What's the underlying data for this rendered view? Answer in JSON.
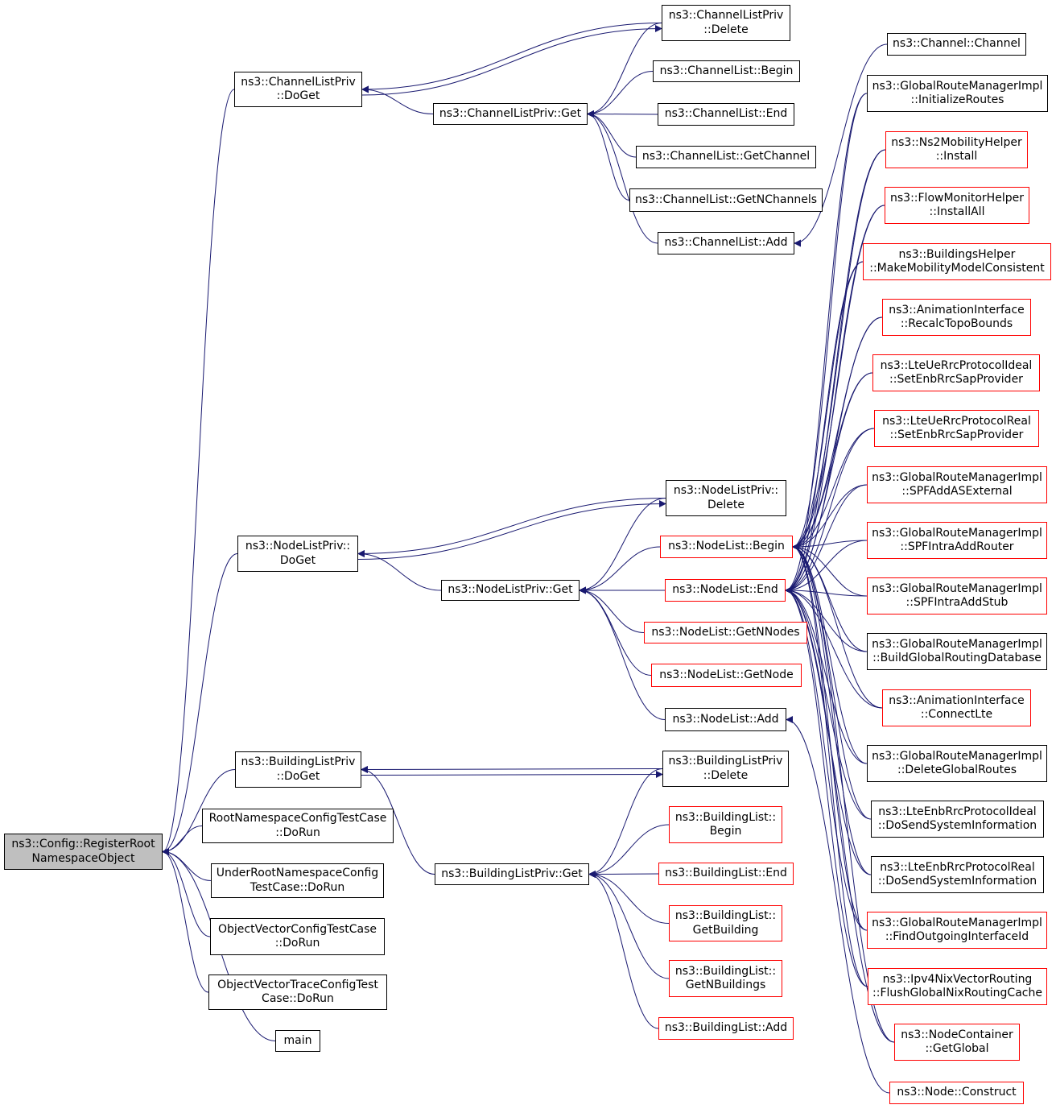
{
  "colors": {
    "edge": "#191970",
    "border_default": "#000000",
    "border_incomplete": "#ff0000",
    "root_fill": "#bfbfbf"
  },
  "nodes": [
    {
      "id": "root",
      "lines": [
        "ns3::Config::RegisterRoot",
        "NamespaceObject"
      ],
      "style": "root"
    },
    {
      "id": "chlpDoGet",
      "lines": [
        "ns3::ChannelListPriv",
        "::DoGet"
      ],
      "style": "black"
    },
    {
      "id": "nlpDoGet",
      "lines": [
        "ns3::NodeListPriv::",
        "DoGet"
      ],
      "style": "black"
    },
    {
      "id": "blpDoGet",
      "lines": [
        "ns3::BuildingListPriv",
        "::DoGet"
      ],
      "style": "black"
    },
    {
      "id": "rootTC",
      "lines": [
        "RootNamespaceConfigTestCase",
        "::DoRun"
      ],
      "style": "black"
    },
    {
      "id": "underTC",
      "lines": [
        "UnderRootNamespaceConfig",
        "TestCase::DoRun"
      ],
      "style": "black"
    },
    {
      "id": "ovcTC",
      "lines": [
        "ObjectVectorConfigTestCase",
        "::DoRun"
      ],
      "style": "black"
    },
    {
      "id": "ovtTC",
      "lines": [
        "ObjectVectorTraceConfigTest",
        "Case::DoRun"
      ],
      "style": "black"
    },
    {
      "id": "main",
      "lines": [
        "main"
      ],
      "style": "black"
    },
    {
      "id": "chlpGet",
      "lines": [
        "ns3::ChannelListPriv::Get"
      ],
      "style": "black"
    },
    {
      "id": "nlpGet",
      "lines": [
        "ns3::NodeListPriv::Get"
      ],
      "style": "black"
    },
    {
      "id": "blpGet",
      "lines": [
        "ns3::BuildingListPriv::Get"
      ],
      "style": "black"
    },
    {
      "id": "chlpDelete",
      "lines": [
        "ns3::ChannelListPriv",
        "::Delete"
      ],
      "style": "black"
    },
    {
      "id": "chlBegin",
      "lines": [
        "ns3::ChannelList::Begin"
      ],
      "style": "black"
    },
    {
      "id": "chlEnd",
      "lines": [
        "ns3::ChannelList::End"
      ],
      "style": "black"
    },
    {
      "id": "chlGetChannel",
      "lines": [
        "ns3::ChannelList::GetChannel"
      ],
      "style": "black"
    },
    {
      "id": "chlGetN",
      "lines": [
        "ns3::ChannelList::GetNChannels"
      ],
      "style": "black"
    },
    {
      "id": "chlAdd",
      "lines": [
        "ns3::ChannelList::Add"
      ],
      "style": "black"
    },
    {
      "id": "nlpDelete",
      "lines": [
        "ns3::NodeListPriv::",
        "Delete"
      ],
      "style": "black"
    },
    {
      "id": "nlBegin",
      "lines": [
        "ns3::NodeList::Begin"
      ],
      "style": "red"
    },
    {
      "id": "nlEnd",
      "lines": [
        "ns3::NodeList::End"
      ],
      "style": "red"
    },
    {
      "id": "nlGetN",
      "lines": [
        "ns3::NodeList::GetNNodes"
      ],
      "style": "red"
    },
    {
      "id": "nlGetNode",
      "lines": [
        "ns3::NodeList::GetNode"
      ],
      "style": "red"
    },
    {
      "id": "nlAdd",
      "lines": [
        "ns3::NodeList::Add"
      ],
      "style": "black"
    },
    {
      "id": "blpDelete",
      "lines": [
        "ns3::BuildingListPriv",
        "::Delete"
      ],
      "style": "black"
    },
    {
      "id": "blBegin",
      "lines": [
        "ns3::BuildingList::",
        "Begin"
      ],
      "style": "red"
    },
    {
      "id": "blEnd",
      "lines": [
        "ns3::BuildingList::End"
      ],
      "style": "red"
    },
    {
      "id": "blGetBuilding",
      "lines": [
        "ns3::BuildingList::",
        "GetBuilding"
      ],
      "style": "red"
    },
    {
      "id": "blGetN",
      "lines": [
        "ns3::BuildingList::",
        "GetNBuildings"
      ],
      "style": "red"
    },
    {
      "id": "blAdd",
      "lines": [
        "ns3::BuildingList::Add"
      ],
      "style": "red"
    },
    {
      "id": "chChannel",
      "lines": [
        "ns3::Channel::Channel"
      ],
      "style": "black"
    },
    {
      "id": "grmInit",
      "lines": [
        "ns3::GlobalRouteManagerImpl",
        "::InitializeRoutes"
      ],
      "style": "black"
    },
    {
      "id": "ns2Install",
      "lines": [
        "ns3::Ns2MobilityHelper",
        "::Install"
      ],
      "style": "red"
    },
    {
      "id": "fmInstallAll",
      "lines": [
        "ns3::FlowMonitorHelper",
        "::InstallAll"
      ],
      "style": "red"
    },
    {
      "id": "bhMake",
      "lines": [
        "ns3::BuildingsHelper",
        "::MakeMobilityModelConsistent"
      ],
      "style": "red"
    },
    {
      "id": "aiRecalc",
      "lines": [
        "ns3::AnimationInterface",
        "::RecalcTopoBounds"
      ],
      "style": "red"
    },
    {
      "id": "lteIdealSet",
      "lines": [
        "ns3::LteUeRrcProtocolIdeal",
        "::SetEnbRrcSapProvider"
      ],
      "style": "red"
    },
    {
      "id": "lteRealSet",
      "lines": [
        "ns3::LteUeRrcProtocolReal",
        "::SetEnbRrcSapProvider"
      ],
      "style": "red"
    },
    {
      "id": "grmSPFExt",
      "lines": [
        "ns3::GlobalRouteManagerImpl",
        "::SPFAddASExternal"
      ],
      "style": "red"
    },
    {
      "id": "grmSPFRouter",
      "lines": [
        "ns3::GlobalRouteManagerImpl",
        "::SPFIntraAddRouter"
      ],
      "style": "red"
    },
    {
      "id": "grmSPFStub",
      "lines": [
        "ns3::GlobalRouteManagerImpl",
        "::SPFIntraAddStub"
      ],
      "style": "red"
    },
    {
      "id": "grmBuild",
      "lines": [
        "ns3::GlobalRouteManagerImpl",
        "::BuildGlobalRoutingDatabase"
      ],
      "style": "black"
    },
    {
      "id": "aiConnect",
      "lines": [
        "ns3::AnimationInterface",
        "::ConnectLte"
      ],
      "style": "red"
    },
    {
      "id": "grmDelete",
      "lines": [
        "ns3::GlobalRouteManagerImpl",
        "::DeleteGlobalRoutes"
      ],
      "style": "black"
    },
    {
      "id": "enbIdeal",
      "lines": [
        "ns3::LteEnbRrcProtocolIdeal",
        "::DoSendSystemInformation"
      ],
      "style": "black"
    },
    {
      "id": "enbReal",
      "lines": [
        "ns3::LteEnbRrcProtocolReal",
        "::DoSendSystemInformation"
      ],
      "style": "black"
    },
    {
      "id": "grmFind",
      "lines": [
        "ns3::GlobalRouteManagerImpl",
        "::FindOutgoingInterfaceId"
      ],
      "style": "red"
    },
    {
      "id": "nixFlush",
      "lines": [
        "ns3::Ipv4NixVectorRouting",
        "::FlushGlobalNixRoutingCache"
      ],
      "style": "red"
    },
    {
      "id": "ncGetGlobal",
      "lines": [
        "ns3::NodeContainer",
        "::GetGlobal"
      ],
      "style": "red"
    },
    {
      "id": "nodeConstruct",
      "lines": [
        "ns3::Node::Construct"
      ],
      "style": "red"
    }
  ],
  "edges": [
    [
      "chlpDoGet",
      "root"
    ],
    [
      "nlpDoGet",
      "root"
    ],
    [
      "blpDoGet",
      "root"
    ],
    [
      "rootTC",
      "root"
    ],
    [
      "underTC",
      "root"
    ],
    [
      "ovcTC",
      "root"
    ],
    [
      "ovtTC",
      "root"
    ],
    [
      "main",
      "root"
    ],
    [
      "chlpDelete",
      "chlpDoGet"
    ],
    [
      "chlpGet",
      "chlpDoGet"
    ],
    [
      "chlpDoGet",
      "chlpDelete"
    ],
    [
      "chlpDelete",
      "chlpGet"
    ],
    [
      "chlBegin",
      "chlpGet"
    ],
    [
      "chlEnd",
      "chlpGet"
    ],
    [
      "chlGetChannel",
      "chlpGet"
    ],
    [
      "chlGetN",
      "chlpGet"
    ],
    [
      "chlAdd",
      "chlpGet"
    ],
    [
      "chChannel",
      "chlAdd"
    ],
    [
      "nlpDelete",
      "nlpDoGet"
    ],
    [
      "nlpGet",
      "nlpDoGet"
    ],
    [
      "nlpDoGet",
      "nlpDelete"
    ],
    [
      "nlpDelete",
      "nlpGet"
    ],
    [
      "nlBegin",
      "nlpGet"
    ],
    [
      "nlEnd",
      "nlpGet"
    ],
    [
      "nlGetN",
      "nlpGet"
    ],
    [
      "nlGetNode",
      "nlpGet"
    ],
    [
      "nlAdd",
      "nlpGet"
    ],
    [
      "nodeConstruct",
      "nlAdd"
    ],
    [
      "blpDelete",
      "blpDoGet"
    ],
    [
      "blpGet",
      "blpDoGet"
    ],
    [
      "blpDoGet",
      "blpDelete"
    ],
    [
      "blpDelete",
      "blpGet"
    ],
    [
      "blBegin",
      "blpGet"
    ],
    [
      "blEnd",
      "blpGet"
    ],
    [
      "blGetBuilding",
      "blpGet"
    ],
    [
      "blGetN",
      "blpGet"
    ],
    [
      "blAdd",
      "blpGet"
    ],
    [
      "grmInit",
      "nlBegin"
    ],
    [
      "ns2Install",
      "nlBegin"
    ],
    [
      "fmInstallAll",
      "nlBegin"
    ],
    [
      "bhMake",
      "nlBegin"
    ],
    [
      "aiRecalc",
      "nlBegin"
    ],
    [
      "lteIdealSet",
      "nlBegin"
    ],
    [
      "lteRealSet",
      "nlBegin"
    ],
    [
      "grmSPFExt",
      "nlBegin"
    ],
    [
      "grmSPFRouter",
      "nlBegin"
    ],
    [
      "grmSPFStub",
      "nlBegin"
    ],
    [
      "grmBuild",
      "nlBegin"
    ],
    [
      "aiConnect",
      "nlBegin"
    ],
    [
      "grmDelete",
      "nlBegin"
    ],
    [
      "enbIdeal",
      "nlBegin"
    ],
    [
      "enbReal",
      "nlBegin"
    ],
    [
      "grmFind",
      "nlBegin"
    ],
    [
      "nixFlush",
      "nlBegin"
    ],
    [
      "ncGetGlobal",
      "nlBegin"
    ],
    [
      "grmInit",
      "nlEnd"
    ],
    [
      "ns2Install",
      "nlEnd"
    ],
    [
      "fmInstallAll",
      "nlEnd"
    ],
    [
      "bhMake",
      "nlEnd"
    ],
    [
      "aiRecalc",
      "nlEnd"
    ],
    [
      "lteIdealSet",
      "nlEnd"
    ],
    [
      "lteRealSet",
      "nlEnd"
    ],
    [
      "grmSPFExt",
      "nlEnd"
    ],
    [
      "grmSPFRouter",
      "nlEnd"
    ],
    [
      "grmSPFStub",
      "nlEnd"
    ],
    [
      "grmBuild",
      "nlEnd"
    ],
    [
      "aiConnect",
      "nlEnd"
    ],
    [
      "grmDelete",
      "nlEnd"
    ],
    [
      "enbIdeal",
      "nlEnd"
    ],
    [
      "enbReal",
      "nlEnd"
    ],
    [
      "grmFind",
      "nlEnd"
    ],
    [
      "nixFlush",
      "nlEnd"
    ],
    [
      "ncGetGlobal",
      "nlEnd"
    ]
  ]
}
